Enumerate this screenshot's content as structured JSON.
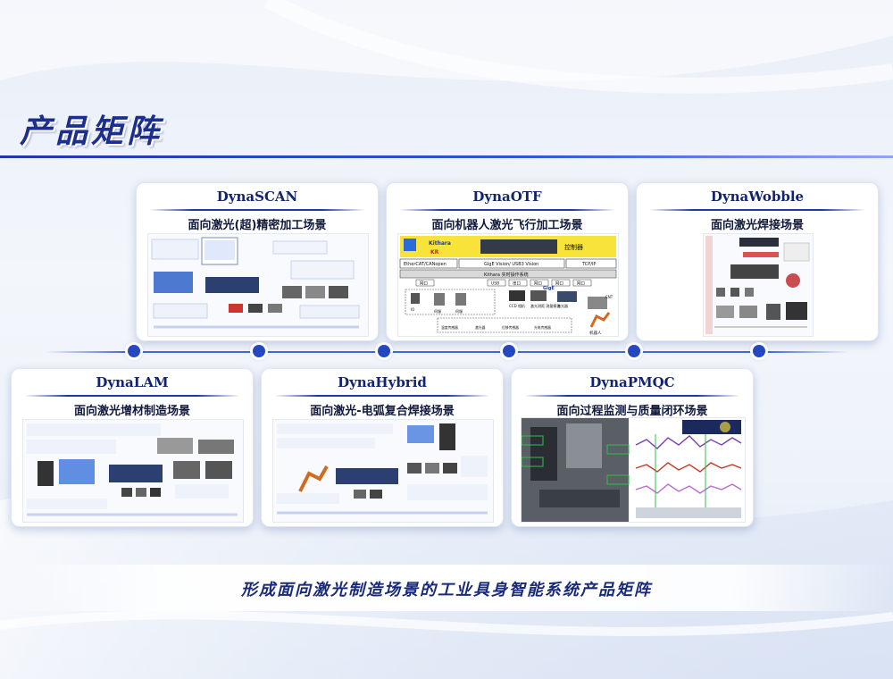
{
  "page": {
    "title": "产品矩阵",
    "slogan": "形成面向激光制造场景的工业具身智能系统产品矩阵"
  },
  "colors": {
    "brand": "#1c2f8c",
    "accent": "#2448c0",
    "highlight_yellow": "#f7e33a"
  },
  "cards": {
    "dynascan": {
      "name": "DynaSCAN",
      "subtitle": "面向激光(超)精密加工场景"
    },
    "dynaotf": {
      "name": "DynaOTF",
      "subtitle": "面向机器人激光飞行加工场景",
      "diagram": {
        "kithara": "Kithara",
        "kr": "KR",
        "controller": "控制器",
        "bus_ethercat": "EtherCAT/CANopen",
        "bus_gige": "GigE Vision/ USB3 Vision",
        "bus_tcpip": "TCP/IP",
        "runtime": "Kithara   实时操作系统",
        "ports": [
          "网口",
          "USB",
          "串口",
          "网口",
          "网口",
          "网口"
        ],
        "device_labels": [
          "IO",
          "伺服",
          "伺服",
          "CCD\n相机",
          "激光测距\n测量模块",
          "激光器"
        ],
        "sensor_labels": [
          "温度传感器",
          "激光器",
          "位移传感器",
          "光电传感器"
        ],
        "gige_logo": "GigE",
        "robot_label": "机器人",
        "cnt_label": "CNT"
      }
    },
    "dynawobble": {
      "name": "DynaWobble",
      "subtitle": "面向激光焊接场景"
    },
    "dynalam": {
      "name": "DynaLAM",
      "subtitle": "面向激光增材制造场景"
    },
    "dynahybrid": {
      "name": "DynaHybrid",
      "subtitle": "面向激光-电弧复合焊接场景"
    },
    "dynapmqc": {
      "name": "DynaPMQC",
      "subtitle": "面向过程监测与质量闭环场景"
    }
  }
}
